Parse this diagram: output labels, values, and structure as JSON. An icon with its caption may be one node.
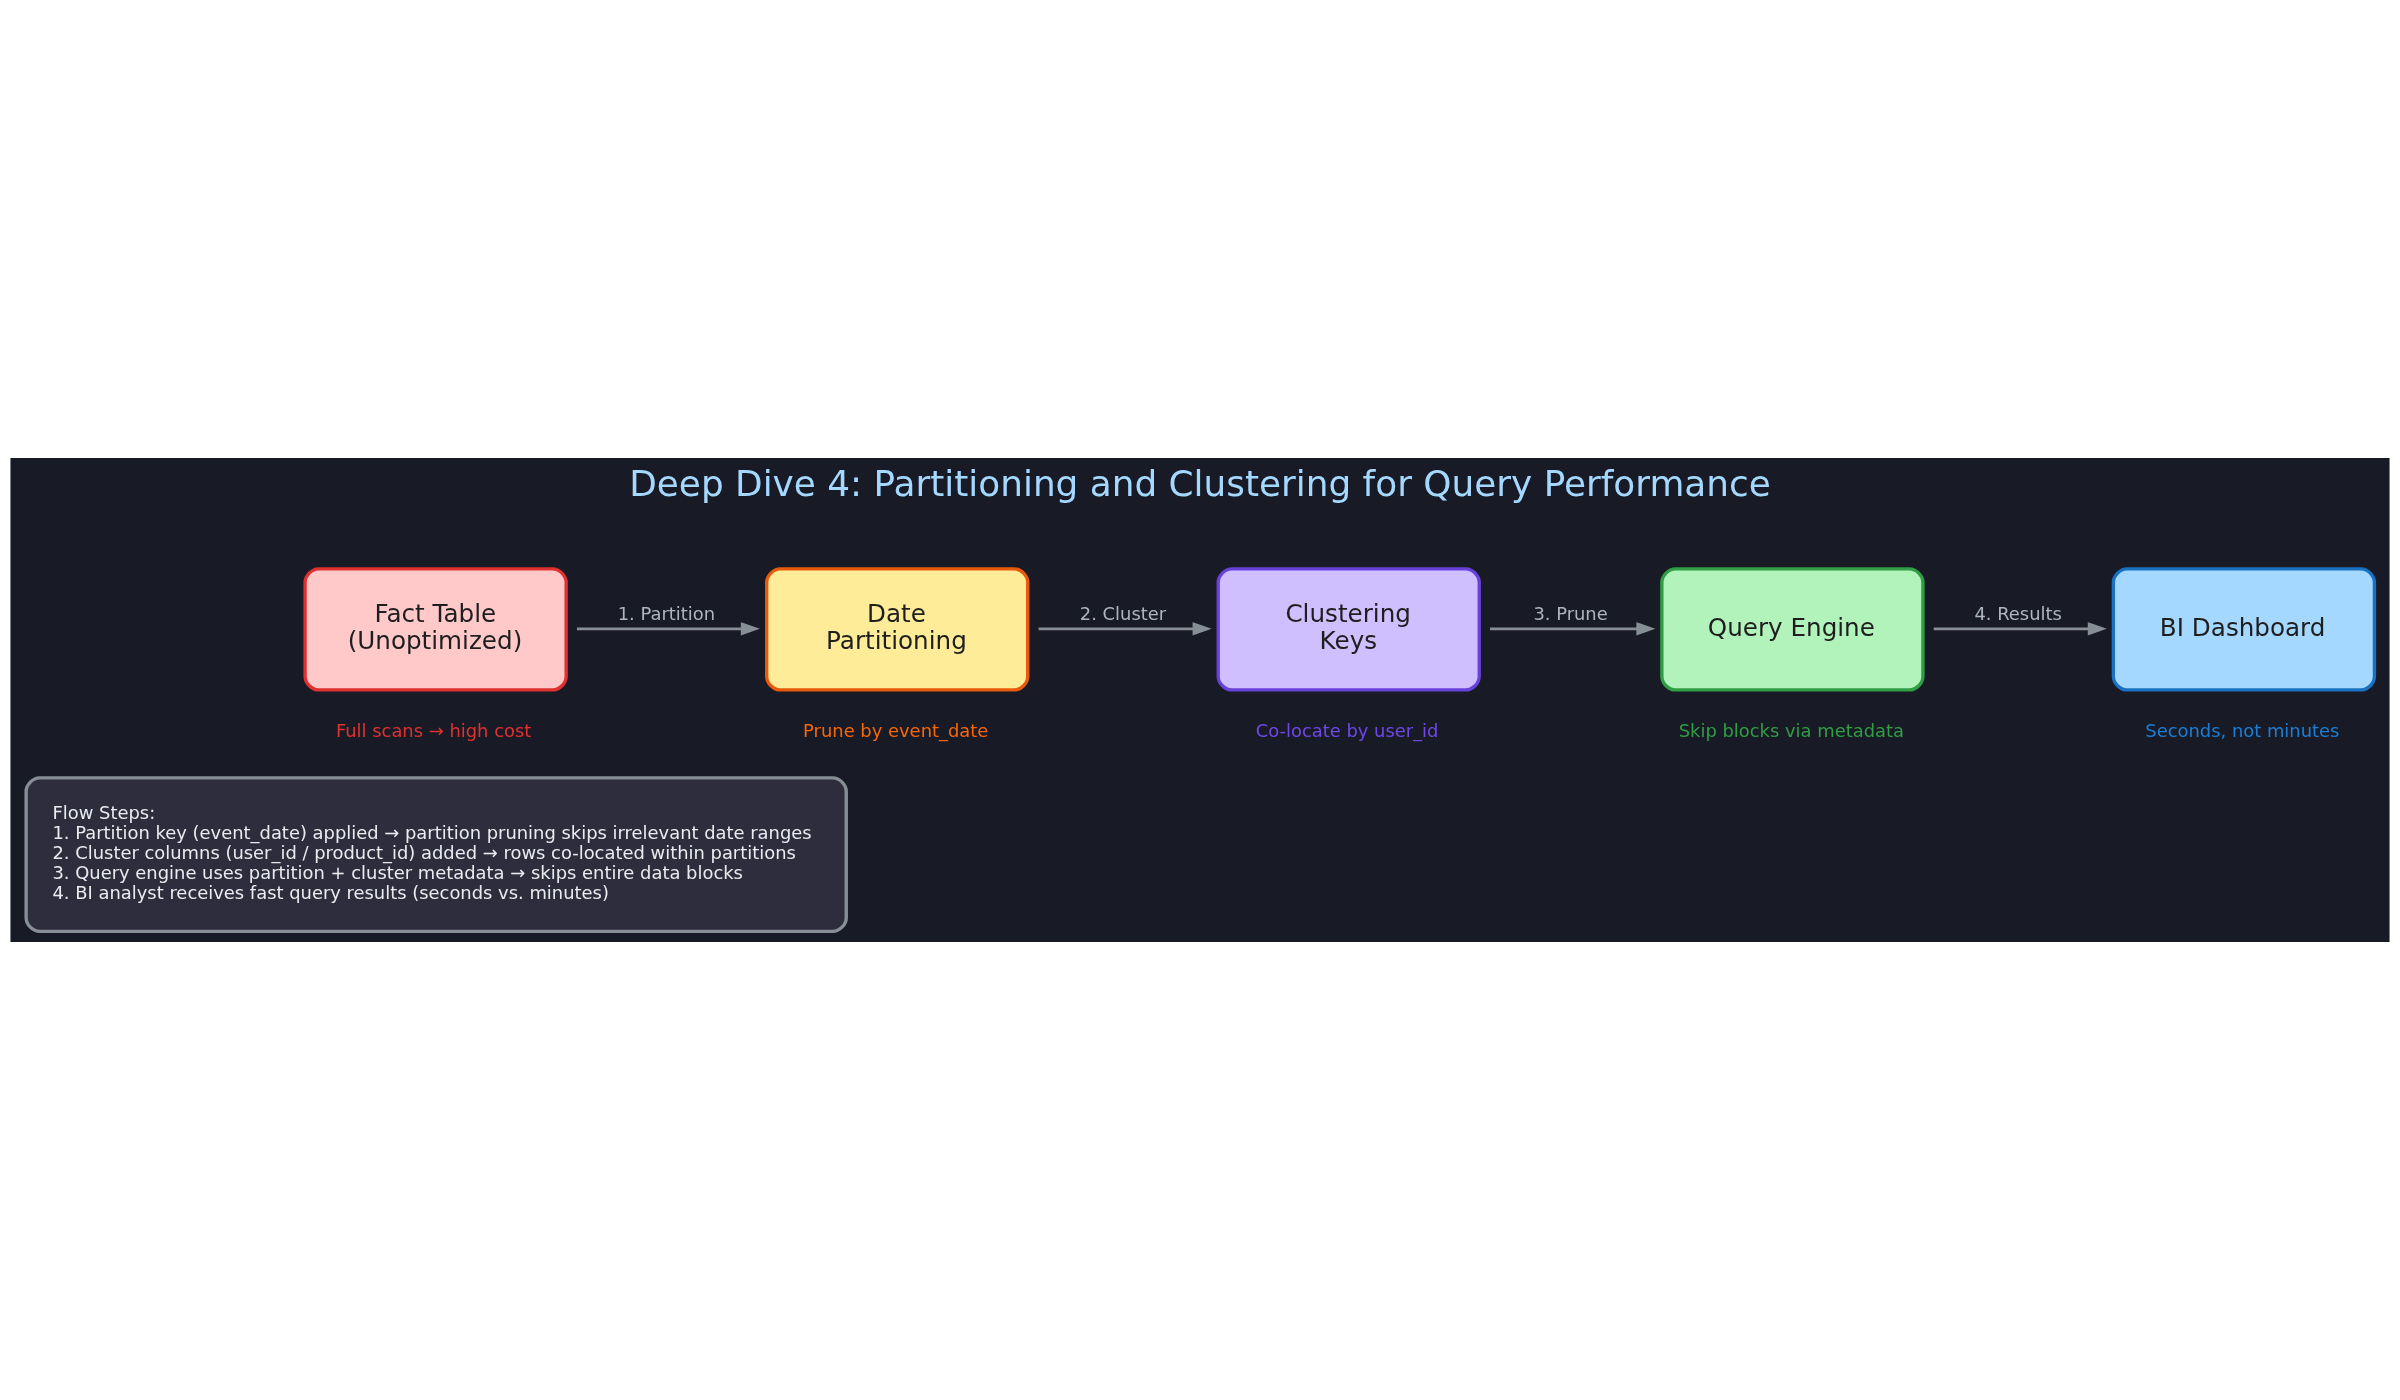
{
  "diagram": {
    "title": "Deep Dive 4: Partitioning and Clustering for Query Performance",
    "nodes": [
      {
        "text": [
          "Fact Table (Unoptimized)"
        ],
        "beside": [
          "Full scans → high cost"
        ]
      },
      {
        "text": [
          "Date Partitioning"
        ],
        "beside": [
          "Prune by event_date"
        ]
      },
      {
        "text": [
          "Clustering Keys"
        ],
        "beside": [
          "Co-locate by user_id"
        ]
      },
      {
        "text": [
          "Query Engine"
        ],
        "beside": [
          "Skip blocks via metadata"
        ]
      },
      {
        "text": [
          "BI Dashboard"
        ],
        "beside": [
          "Seconds, not minutes"
        ]
      },
      {
        "text": [
          "Flow Steps:",
          "1. Partition key (event_date) applied → partition pruning skips irrelevant date ranges",
          "2. Cluster columns (user_id / product_id) added → rows co-located within partitions",
          "3. Query engine uses partition + cluster metadata → skips entire data blocks",
          "4. BI analyst receives fast query results (seconds vs. minutes)"
        ]
      }
    ],
    "edges": [
      {
        "from": 0,
        "to": 1,
        "arrow": "to",
        "label": "1. Partition"
      },
      {
        "from": 1,
        "to": 2,
        "arrow": "to",
        "label": "2. Cluster"
      },
      {
        "from": 2,
        "to": 3,
        "arrow": "to",
        "label": "3. Prune"
      },
      {
        "from": 3,
        "to": 4,
        "arrow": "to",
        "label": "4. Results"
      }
    ]
  }
}
